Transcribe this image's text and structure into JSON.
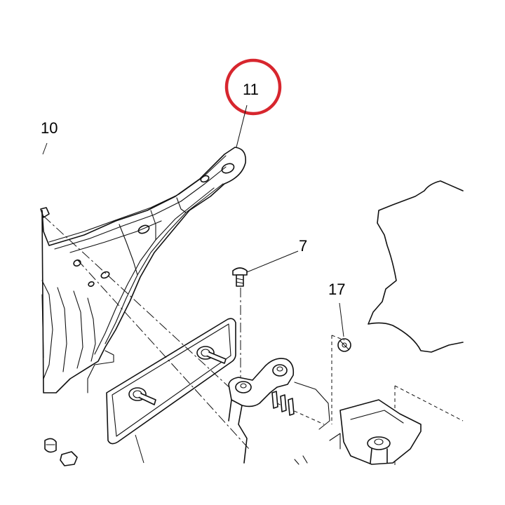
{
  "diagram": {
    "callouts": [
      {
        "id": "callout-11",
        "label": "11",
        "highlighted": true
      },
      {
        "id": "callout-10",
        "label": "10",
        "highlighted": false
      },
      {
        "id": "callout-7",
        "label": "7",
        "highlighted": false
      },
      {
        "id": "callout-17",
        "label": "17",
        "highlighted": false
      }
    ],
    "highlight_color": "#d7262e",
    "line_color": "#111111",
    "background": "#ffffff"
  }
}
